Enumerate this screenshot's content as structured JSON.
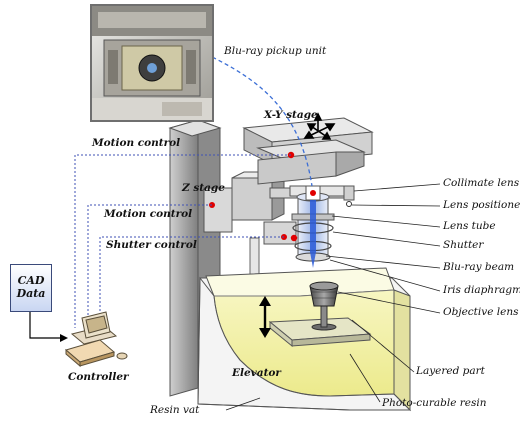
{
  "labels": {
    "pickup": "Blu-ray pickup unit",
    "xy_stage": "X-Y stage",
    "motion_control_1": "Motion control",
    "motion_control_2": "Motion control",
    "shutter_control": "Shutter control",
    "z_stage": "Z stage",
    "collimate_lens": "Collimate lens",
    "lens_positioner": "Lens positioner",
    "lens_tube": "Lens tube",
    "shutter": "Shutter",
    "bluray_beam": "Blu-ray beam",
    "iris": "Iris diaphragm",
    "objective": "Objective lens",
    "layered_part": "Layered part",
    "resin": "Photo-curable resin",
    "elevator": "Elevator",
    "resin_vat": "Resin vat",
    "controller": "Controller",
    "cad_line1": "CAD",
    "cad_line2": "Data"
  },
  "colors": {
    "resin": "#f6f4a8",
    "frame": "#9a9a9a",
    "beam": "#2a5bd8",
    "marker": "#e00000",
    "dashed_link": "#3c6fd6",
    "control_line": "#3f51b5"
  }
}
